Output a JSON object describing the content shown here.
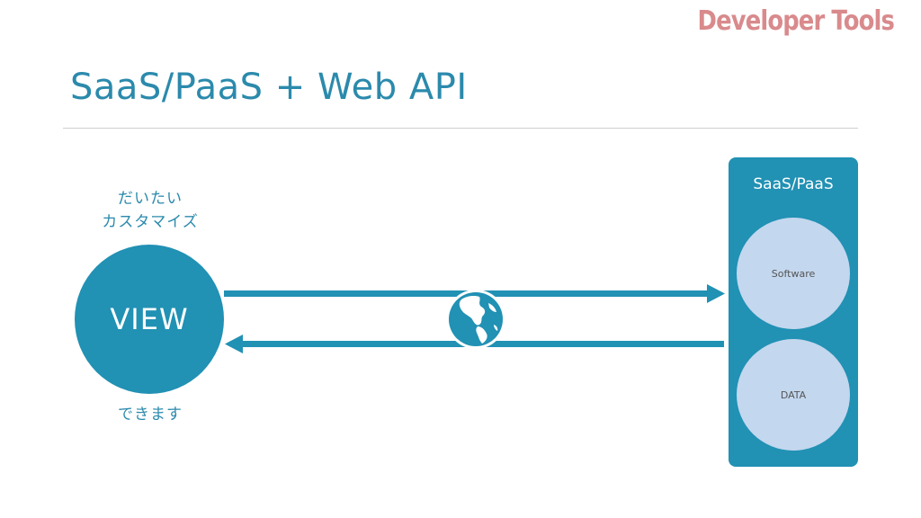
{
  "brand": "Developer Tools",
  "title": "SaaS/PaaS + Web API",
  "client": {
    "caption_top_line1": "だいたい",
    "caption_top_line2": "カスタマイズ",
    "label": "VIEW",
    "caption_bottom": "できます"
  },
  "service": {
    "label": "SaaS/PaaS",
    "software": "Software",
    "data": "DATA"
  },
  "colors": {
    "primary": "#2191b4",
    "node_fill": "#c3d7ee",
    "brand": "#d98a8c",
    "title": "#2b8aac"
  },
  "icons": {
    "center": "globe-icon"
  }
}
